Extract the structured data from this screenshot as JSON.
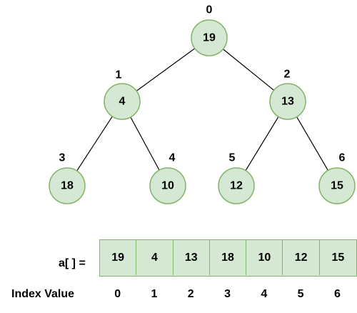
{
  "tree": {
    "nodes": [
      {
        "index": "0",
        "value": "19"
      },
      {
        "index": "1",
        "value": "4"
      },
      {
        "index": "2",
        "value": "13"
      },
      {
        "index": "3",
        "value": "18"
      },
      {
        "index": "4",
        "value": "10"
      },
      {
        "index": "5",
        "value": "12"
      },
      {
        "index": "6",
        "value": "15"
      }
    ],
    "edges": [
      [
        0,
        1
      ],
      [
        0,
        2
      ],
      [
        1,
        3
      ],
      [
        1,
        4
      ],
      [
        2,
        5
      ],
      [
        2,
        6
      ]
    ]
  },
  "array": {
    "label": "a[ ] =",
    "values": [
      "19",
      "4",
      "13",
      "18",
      "10",
      "12",
      "15"
    ]
  },
  "index_row": {
    "label": "Index Value",
    "values": [
      "0",
      "1",
      "2",
      "3",
      "4",
      "5",
      "6"
    ]
  },
  "colors": {
    "node_fill": "#d5e8d4",
    "node_stroke": "#82b366"
  }
}
